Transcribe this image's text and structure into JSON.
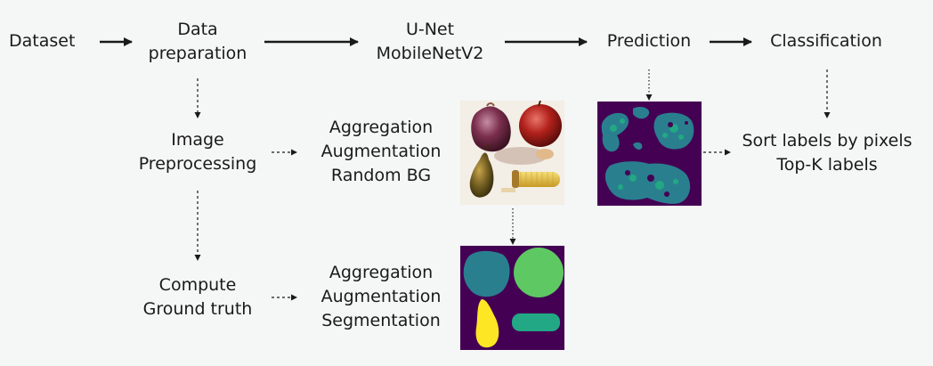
{
  "nodes": {
    "dataset": "Dataset",
    "data_prep": [
      "Data",
      "preparation"
    ],
    "unet": [
      "U-Net",
      "MobileNetV2"
    ],
    "prediction": "Prediction",
    "classification": "Classification",
    "image_preproc": [
      "Image",
      "Preprocessing"
    ],
    "aug_bg": [
      "Aggregation",
      "Augmentation",
      "Random BG"
    ],
    "sort_labels": [
      "Sort labels by pixels",
      "Top-K labels"
    ],
    "compute_gt": [
      "Compute",
      "Ground truth"
    ],
    "aug_seg": [
      "Aggregation",
      "Augmentation",
      "Segmentation"
    ]
  },
  "images": {
    "composite": "composite-photo",
    "prediction_mask": "prediction-mask",
    "segmentation_mask": "segmentation-mask"
  },
  "colors": {
    "background": "#f5f6f6",
    "mask_purple": "#440154",
    "mask_teal": "#2a7f8e",
    "mask_green": "#5ec962",
    "mask_yellow": "#fde725",
    "mask_cyan": "#22a884"
  }
}
